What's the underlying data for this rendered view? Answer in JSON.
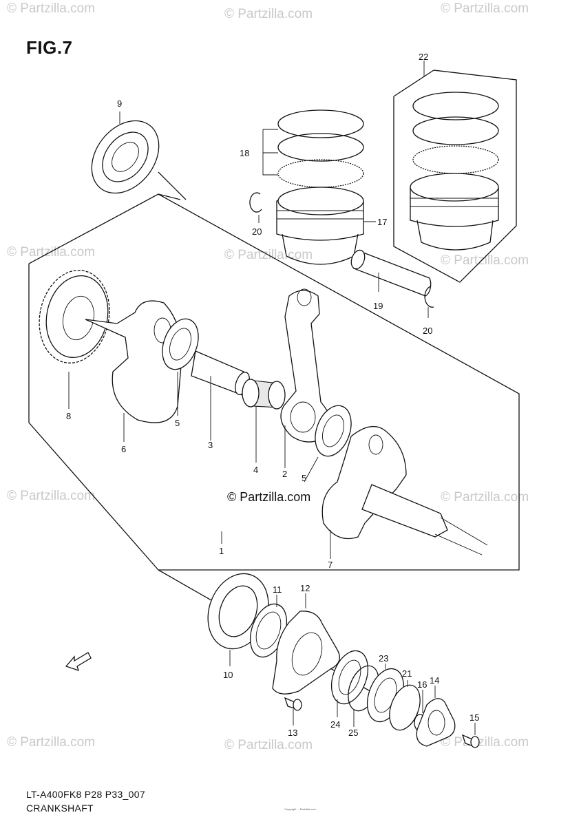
{
  "figure": {
    "title": "FIG.7",
    "model_code": "LT-A400FK8 P28 P33_007",
    "name": "CRANKSHAFT"
  },
  "watermark": {
    "text": "© Partzilla.com",
    "main_text": "© Partzilla.com"
  },
  "callouts": [
    "1",
    "2",
    "3",
    "4",
    "5",
    "5",
    "6",
    "7",
    "8",
    "9",
    "10",
    "11",
    "12",
    "13",
    "14",
    "15",
    "16",
    "17",
    "18",
    "19",
    "20",
    "20",
    "21",
    "22",
    "23",
    "24",
    "25"
  ],
  "fine_print": "Copyright ... Partzilla.com"
}
